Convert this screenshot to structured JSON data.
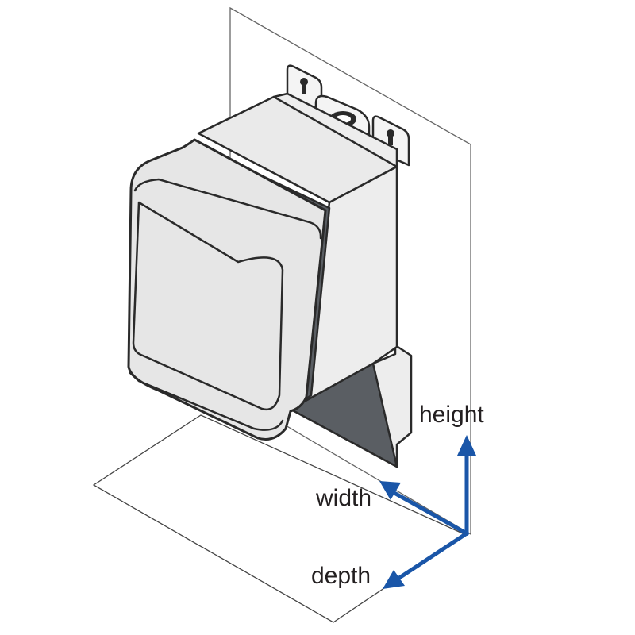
{
  "labels": {
    "height": "height",
    "width": "width",
    "depth": "depth"
  },
  "colors": {
    "arrow": "#1a56a8",
    "outline": "#2a2a2a",
    "body_fill": "#e6e6e6",
    "face_light": "#ededed",
    "face_dark": "#5a5e63",
    "plane_stroke": "#555555"
  }
}
